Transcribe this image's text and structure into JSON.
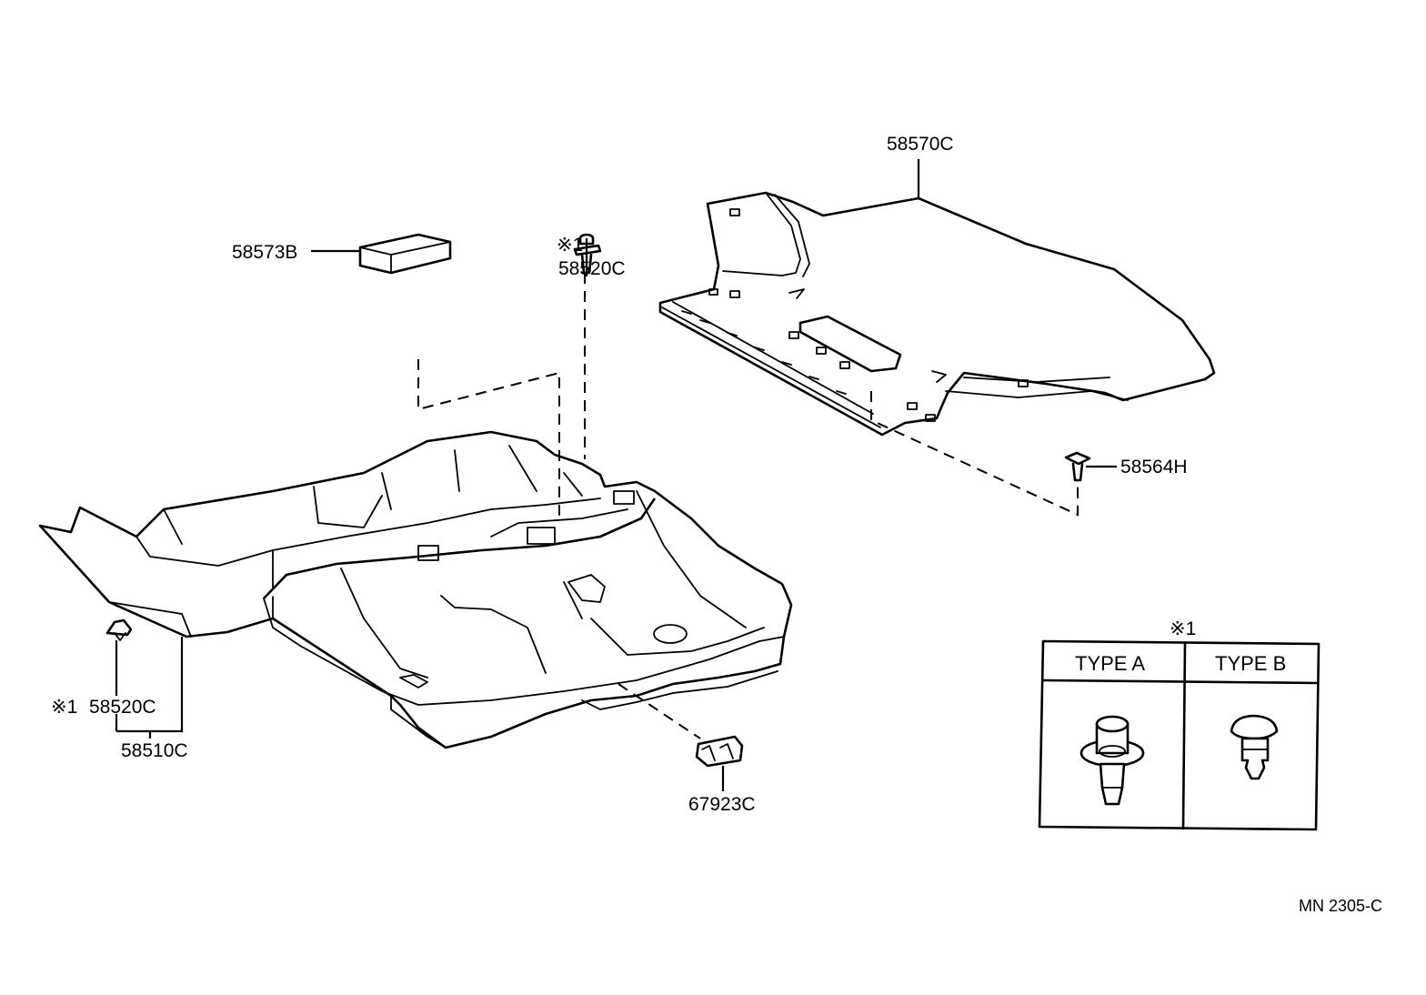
{
  "callouts": {
    "p58570C": "58570C",
    "p58520C_top_mark": "※1",
    "p58520C_top": "58520C",
    "p58573B": "58573B",
    "p58564H": "58564H",
    "p58520C_left_mark": "※1",
    "p58520C_left": "58520C",
    "p58510C": "58510C",
    "p67923C": "67923C"
  },
  "legend": {
    "mark": "※1",
    "type_a": "TYPE  A",
    "type_b": "TYPE  B"
  },
  "footer": {
    "code": "MN  2305-C"
  }
}
